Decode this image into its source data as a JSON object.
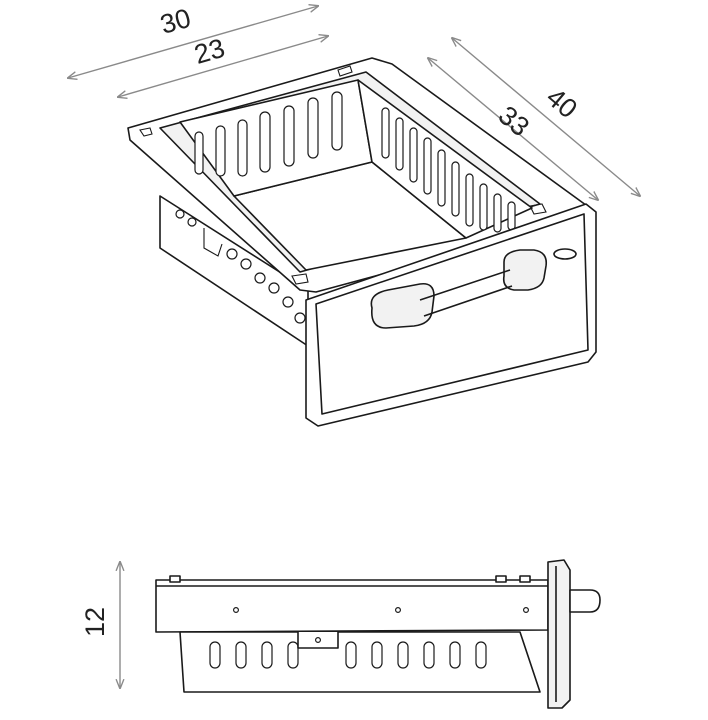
{
  "dimensions": {
    "width_outer": "30",
    "width_inner": "23",
    "depth_outer": "40",
    "depth_inner": "33",
    "height": "12"
  },
  "colors": {
    "line": "#1a1a1a",
    "dimension_line": "#8a8a8a",
    "background": "#ffffff"
  }
}
